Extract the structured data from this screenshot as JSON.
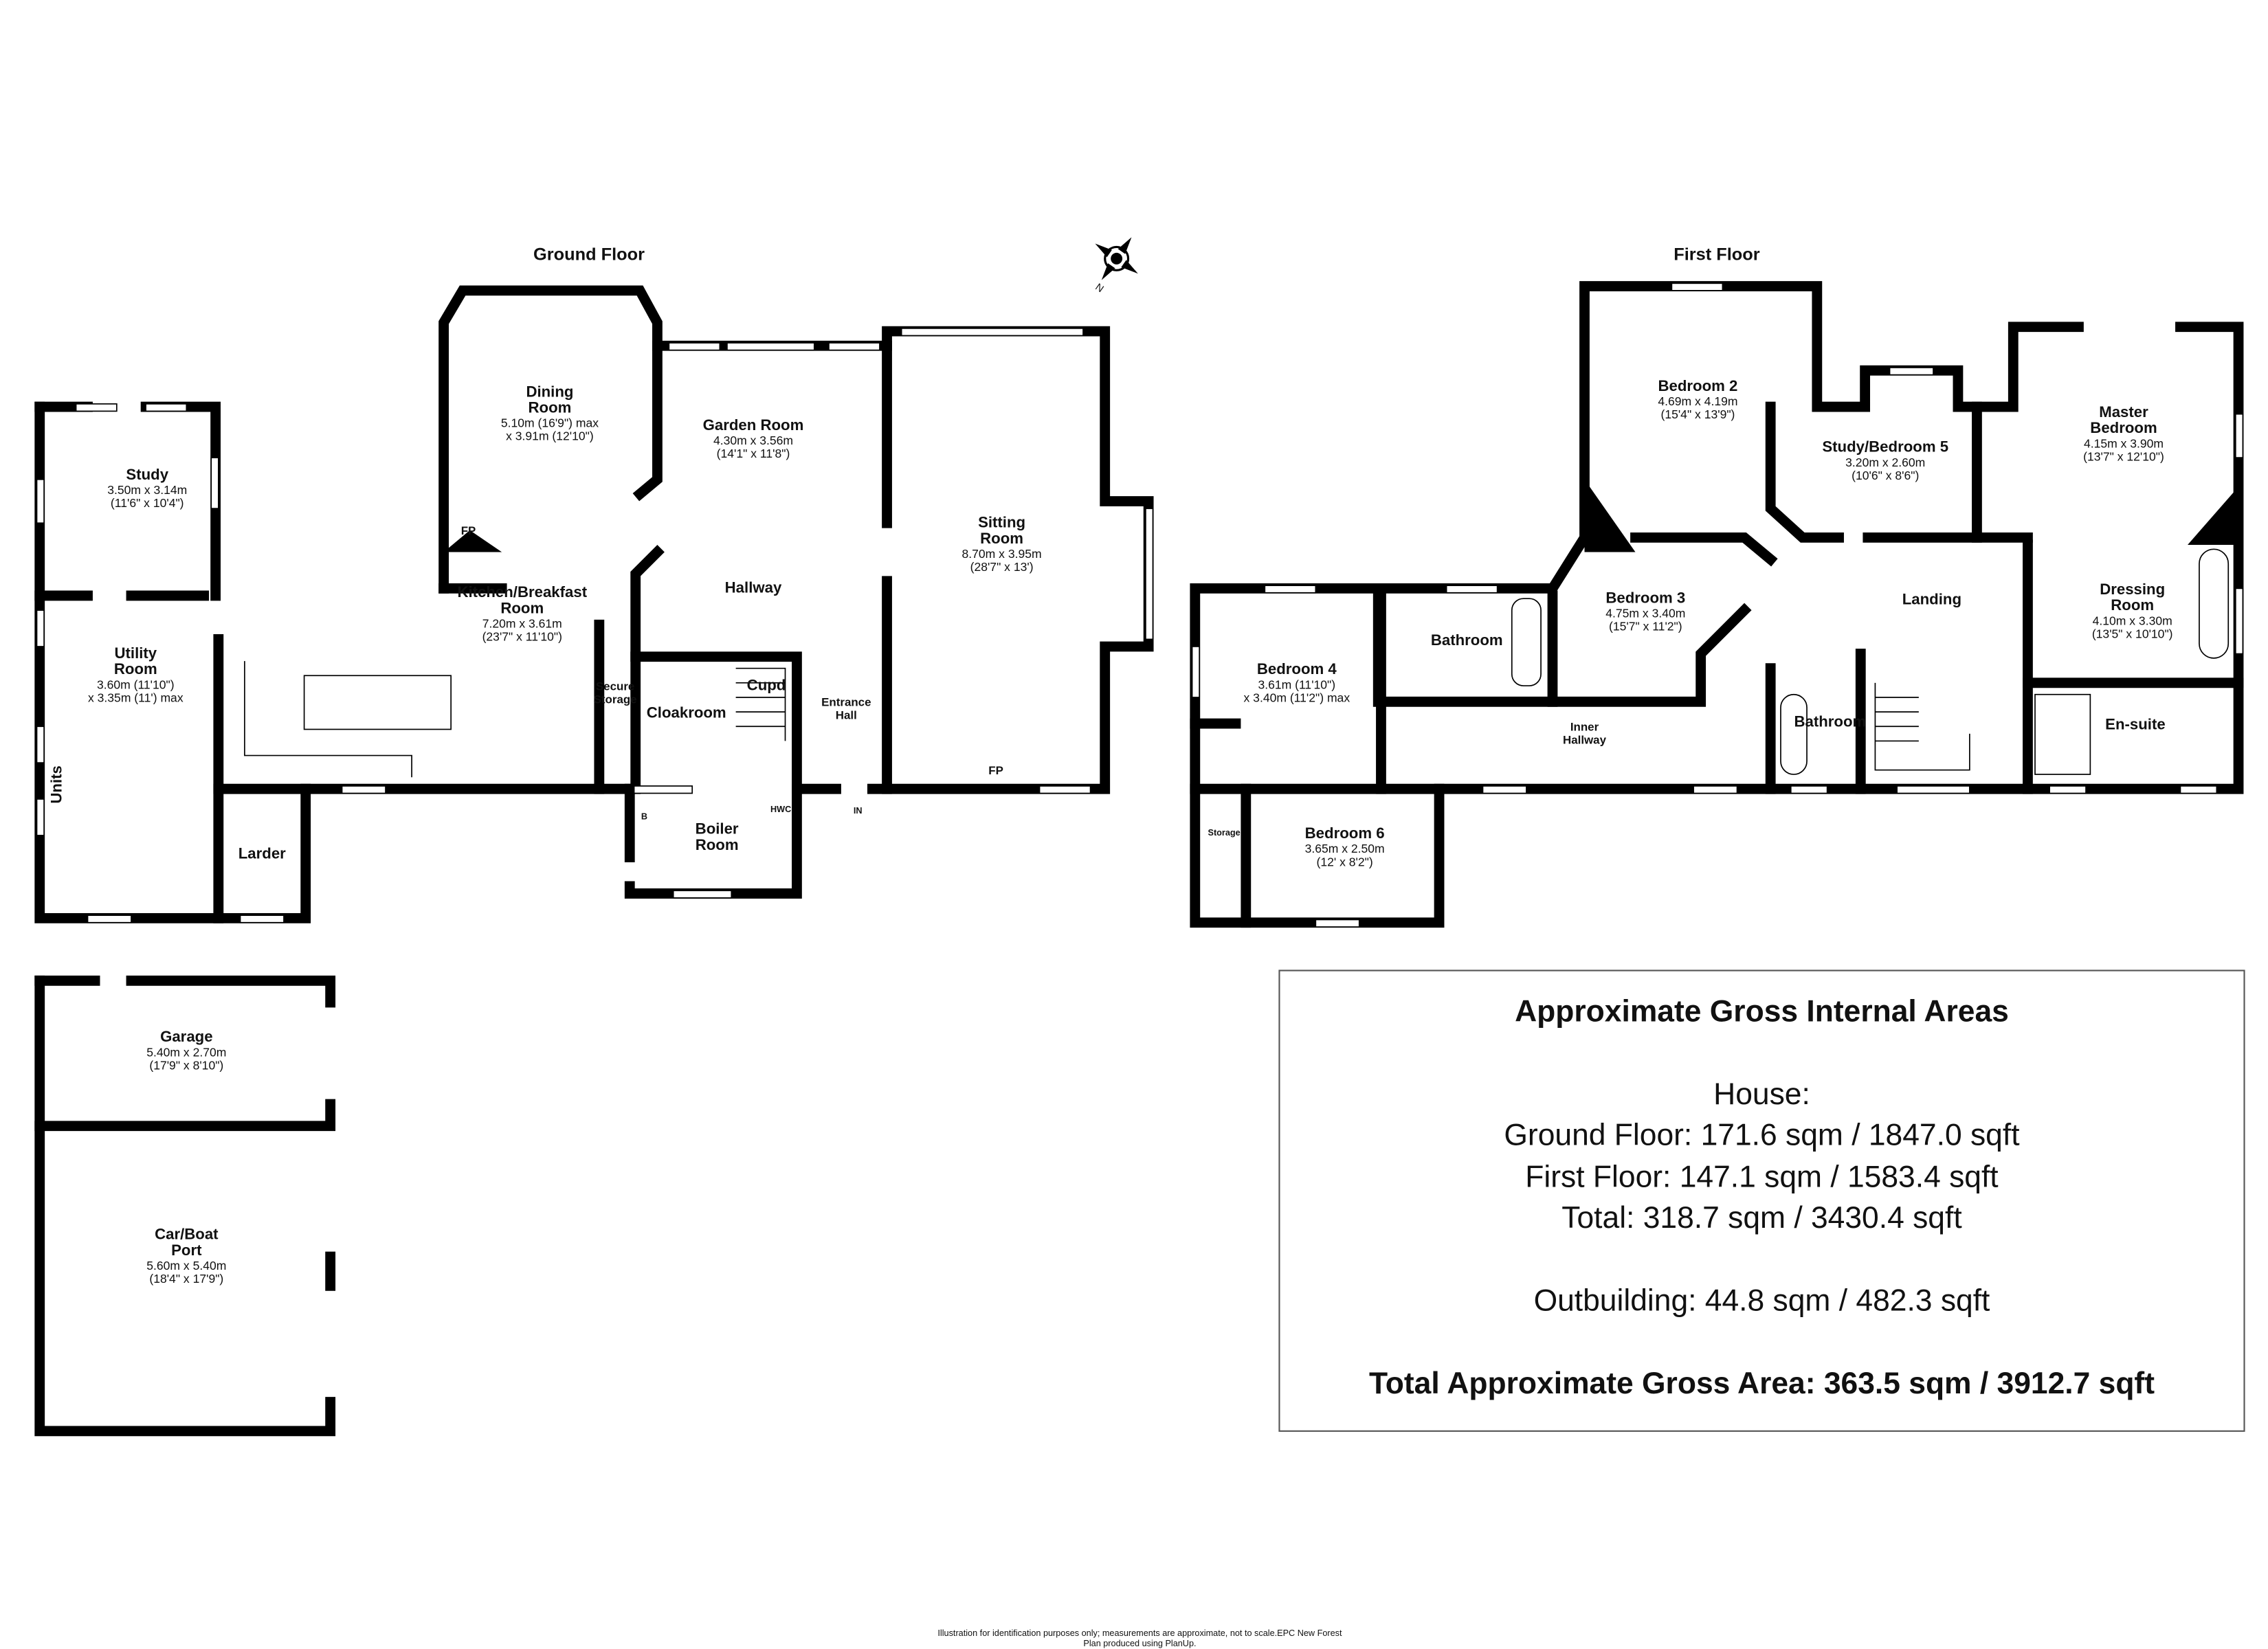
{
  "titles": {
    "ground_floor": "Ground Floor",
    "first_floor": "First Floor"
  },
  "rooms": [
    {
      "id": "study",
      "name": [
        "Study"
      ],
      "dims": [
        "3.50m x 3.14m",
        "(11'6\" x 10'4\")"
      ]
    },
    {
      "id": "utility",
      "name": [
        "Utility",
        "Room"
      ],
      "dims": [
        "3.60m (11'10\")",
        "x 3.35m (11') max"
      ]
    },
    {
      "id": "units",
      "name": [
        "Units"
      ],
      "dims": []
    },
    {
      "id": "larder",
      "name": [
        "Larder"
      ],
      "dims": []
    },
    {
      "id": "dining",
      "name": [
        "Dining",
        "Room"
      ],
      "dims": [
        "5.10m (16'9\") max",
        "x 3.91m (12'10\")"
      ]
    },
    {
      "id": "fp1",
      "name": [
        "FP"
      ],
      "dims": []
    },
    {
      "id": "kitchen",
      "name": [
        "Kitchen/Breakfast",
        "Room"
      ],
      "dims": [
        "7.20m x 3.61m",
        "(23'7\" x 11'10\")"
      ]
    },
    {
      "id": "secure",
      "name": [
        "Secure",
        "Storage"
      ],
      "dims": []
    },
    {
      "id": "garden",
      "name": [
        "Garden Room"
      ],
      "dims": [
        "4.30m x 3.56m",
        "(14'1\" x 11'8\")"
      ]
    },
    {
      "id": "hallway",
      "name": [
        "Hallway"
      ],
      "dims": []
    },
    {
      "id": "sitting",
      "name": [
        "Sitting",
        "Room"
      ],
      "dims": [
        "8.70m x 3.95m",
        "(28'7\" x 13')"
      ]
    },
    {
      "id": "cloak",
      "name": [
        "Cloakroom"
      ],
      "dims": []
    },
    {
      "id": "cupd",
      "name": [
        "Cupd"
      ],
      "dims": []
    },
    {
      "id": "entrance",
      "name": [
        "Entrance",
        "Hall"
      ],
      "dims": []
    },
    {
      "id": "fp2",
      "name": [
        "FP"
      ],
      "dims": []
    },
    {
      "id": "boiler",
      "name": [
        "Boiler",
        "Room"
      ],
      "dims": []
    },
    {
      "id": "hwc",
      "name": [
        "HWC"
      ],
      "dims": []
    },
    {
      "id": "b",
      "name": [
        "B"
      ],
      "dims": []
    },
    {
      "id": "in",
      "name": [
        "IN"
      ],
      "dims": []
    },
    {
      "id": "garage",
      "name": [
        "Garage"
      ],
      "dims": [
        "5.40m x 2.70m",
        "(17'9\" x 8'10\")"
      ]
    },
    {
      "id": "carport",
      "name": [
        "Car/Boat",
        "Port"
      ],
      "dims": [
        "5.60m x 5.40m",
        "(18'4\" x 17'9\")"
      ]
    },
    {
      "id": "bed2",
      "name": [
        "Bedroom 2"
      ],
      "dims": [
        "4.69m x 4.19m",
        "(15'4\" x 13'9\")"
      ]
    },
    {
      "id": "bed5",
      "name": [
        "Study/Bedroom 5"
      ],
      "dims": [
        "3.20m x 2.60m",
        "(10'6\" x 8'6\")"
      ]
    },
    {
      "id": "master",
      "name": [
        "Master",
        "Bedroom"
      ],
      "dims": [
        "4.15m x 3.90m",
        "(13'7\" x 12'10\")"
      ]
    },
    {
      "id": "bed3",
      "name": [
        "Bedroom 3"
      ],
      "dims": [
        "4.75m x 3.40m",
        "(15'7\" x 11'2\")"
      ]
    },
    {
      "id": "landing",
      "name": [
        "Landing"
      ],
      "dims": []
    },
    {
      "id": "bath1",
      "name": [
        "Bathroom"
      ],
      "dims": []
    },
    {
      "id": "bed4",
      "name": [
        "Bedroom 4"
      ],
      "dims": [
        "3.61m (11'10\")",
        "x 3.40m (11'2\") max"
      ]
    },
    {
      "id": "dressing",
      "name": [
        "Dressing",
        "Room"
      ],
      "dims": [
        "4.10m x 3.30m",
        "(13'5\" x 10'10\")"
      ]
    },
    {
      "id": "bath2",
      "name": [
        "Bathroom"
      ],
      "dims": []
    },
    {
      "id": "ensuite",
      "name": [
        "En-suite"
      ],
      "dims": []
    },
    {
      "id": "innerhall",
      "name": [
        "Inner",
        "Hallway"
      ],
      "dims": []
    },
    {
      "id": "bed6",
      "name": [
        "Bedroom 6"
      ],
      "dims": [
        "3.65m x 2.50m",
        "(12' x 8'2\")"
      ]
    },
    {
      "id": "storage",
      "name": [
        "Storage"
      ],
      "dims": []
    }
  ],
  "areas": {
    "title": "Approximate Gross Internal Areas",
    "house_label": "House:",
    "ground_floor": "Ground Floor: 171.6 sqm / 1847.0 sqft",
    "first_floor": "First Floor: 147.1 sqm / 1583.4 sqft",
    "total": "Total: 318.7 sqm / 3430.4 sqft",
    "outbuilding": "Outbuilding: 44.8 sqm / 482.3 sqft",
    "grand_total": "Total Approximate Gross Area: 363.5 sqm / 3912.7 sqft"
  },
  "compass_label": "N",
  "footer": {
    "line1": "Illustration for identification purposes only; measurements are approximate, not to scale.EPC New Forest",
    "line2": "Plan produced using PlanUp."
  }
}
